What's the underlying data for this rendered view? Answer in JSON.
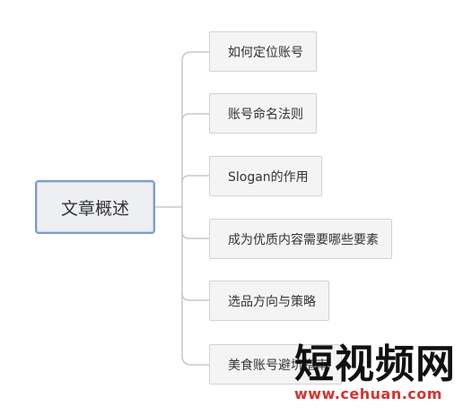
{
  "root": {
    "label": "文章概述"
  },
  "topics": [
    {
      "label": "如何定位账号"
    },
    {
      "label": "账号命名法则"
    },
    {
      "label": "Slogan的作用"
    },
    {
      "label": "成为优质内容需要哪些要素"
    },
    {
      "label": "选品方向与策略"
    },
    {
      "label": "美食账号避坑指南"
    }
  ],
  "watermark": {
    "brand": "短视频网",
    "url": "www.cehuan.com"
  },
  "colors": {
    "root_border": "#7b9cc8",
    "root_fill": "#eeeff3",
    "topic_fill": "#f4f4f4",
    "topic_border": "#d2d2d2",
    "connector": "#c8c8c8",
    "watermark_text": "#111111",
    "watermark_url": "#d8322e"
  }
}
